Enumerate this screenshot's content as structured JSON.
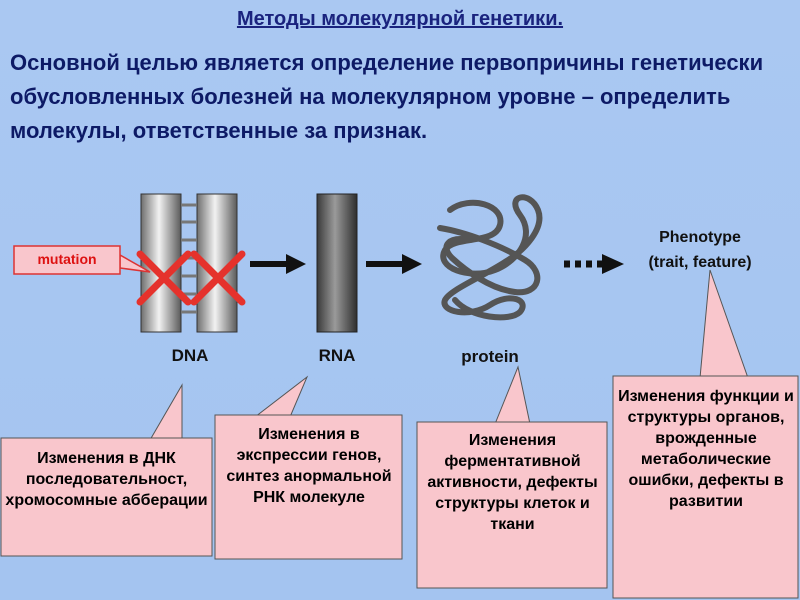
{
  "title": "Методы молекулярной генетики.",
  "intro": "Основной целью является определение первопричины генетически обусловленных болезней на молекулярном уровне – определить молекулы, ответственные за признак.",
  "diagram": {
    "mutation_label": "mutation",
    "dna_label": "DNA",
    "rna_label": "RNA",
    "protein_label": "protein",
    "phenotype_label": "Phenotype",
    "phenotype_sub": "(trait, feature)"
  },
  "callouts": {
    "dna": "Изменения в ДНК последовательност, хромосомные абберации",
    "rna": "Изменения в экспрессии генов, синтез анормальной РНК молекуле",
    "protein": "Изменения ферментативной активности, дефекты структуры клеток и ткани",
    "phenotype": "Изменения функции и структуры органов, врожденные метаболические ошибки, дефекты в развитии"
  },
  "colors": {
    "callout_fill": "#f9c6cc",
    "mutation_red": "#e5322c",
    "title_color": "#1a237e"
  }
}
